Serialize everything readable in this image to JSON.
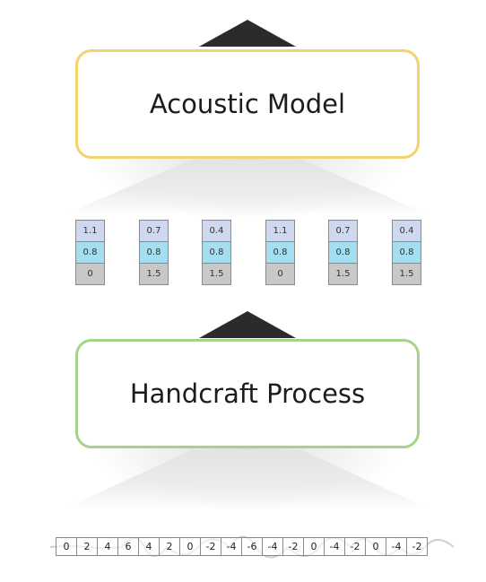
{
  "acoustic_model": {
    "label": "Acoustic Model"
  },
  "handcraft_process": {
    "label": "Handcraft Process"
  },
  "feature_vectors": [
    [
      "1.1",
      "0.8",
      "0"
    ],
    [
      "0.7",
      "0.8",
      "1.5"
    ],
    [
      "0.4",
      "0.8",
      "1.5"
    ],
    [
      "1.1",
      "0.8",
      "0"
    ],
    [
      "0.7",
      "0.8",
      "1.5"
    ],
    [
      "0.4",
      "0.8",
      "1.5"
    ]
  ],
  "waveform_samples": [
    "0",
    "2",
    "4",
    "6",
    "4",
    "2",
    "0",
    "-2",
    "-4",
    "-6",
    "-4",
    "-2",
    "0",
    "-4",
    "-2",
    "0",
    "-4",
    "-2"
  ],
  "colors": {
    "acoustic_border": "#f3d36a",
    "handcraft_border": "#a6d38a",
    "arrow": "#2b2b2b"
  }
}
